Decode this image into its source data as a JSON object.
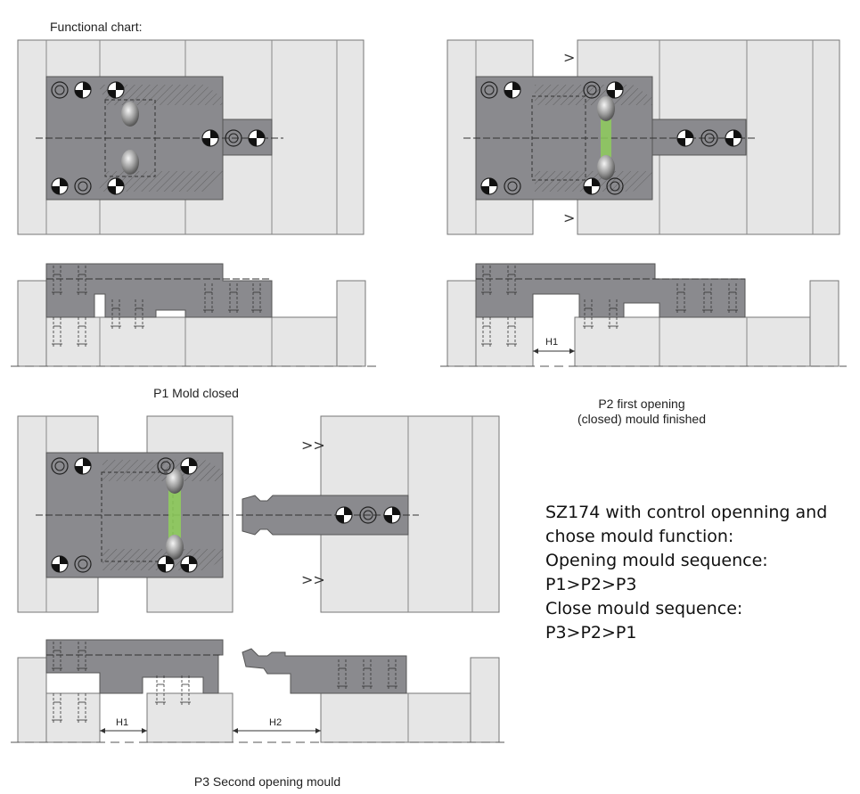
{
  "title": "Functional chart:",
  "captions": {
    "p1": "P1  Mold closed",
    "p2_line1": "P2  first opening",
    "p2_line2": "(closed) mould finished",
    "p3": "P3    Second opening mould"
  },
  "dims": {
    "h1": "H1",
    "h2": "H2"
  },
  "arrows": {
    "single": ">",
    "double": ">>"
  },
  "description": [
    "SZ174 with control openning and",
    "chose mould function:",
    "Opening mould sequence:",
    "P1>P2>P3",
    "Close mould sequence:",
    "P3>P2>P1"
  ],
  "colors": {
    "plate": "#e6e6e6",
    "block": "#8a8a8e",
    "green": "#8fd05a",
    "outline": "#6a6a6a"
  }
}
